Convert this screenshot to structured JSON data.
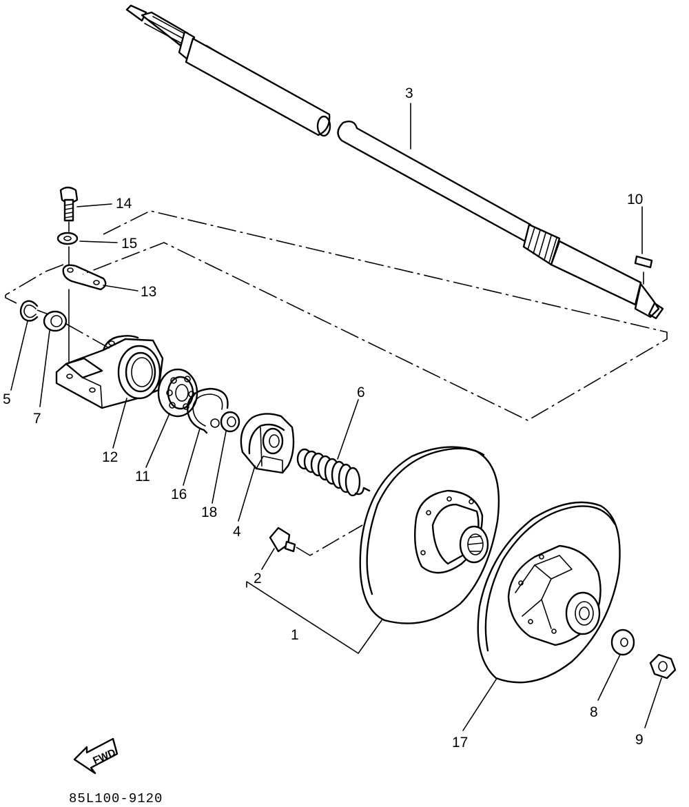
{
  "diagram": {
    "drawing_code": "85L100-9120",
    "direction_marker": "FWD",
    "callouts": [
      {
        "id": "c1",
        "label": "1"
      },
      {
        "id": "c2",
        "label": "2"
      },
      {
        "id": "c3",
        "label": "3"
      },
      {
        "id": "c4",
        "label": "4"
      },
      {
        "id": "c5",
        "label": "5"
      },
      {
        "id": "c6",
        "label": "6"
      },
      {
        "id": "c7",
        "label": "7"
      },
      {
        "id": "c8",
        "label": "8"
      },
      {
        "id": "c9",
        "label": "9"
      },
      {
        "id": "c10",
        "label": "10"
      },
      {
        "id": "c11",
        "label": "11"
      },
      {
        "id": "c12",
        "label": "12"
      },
      {
        "id": "c13",
        "label": "13"
      },
      {
        "id": "c14",
        "label": "14"
      },
      {
        "id": "c15",
        "label": "15"
      },
      {
        "id": "c16",
        "label": "16"
      },
      {
        "id": "c17",
        "label": "17"
      },
      {
        "id": "c18",
        "label": "18"
      }
    ]
  }
}
